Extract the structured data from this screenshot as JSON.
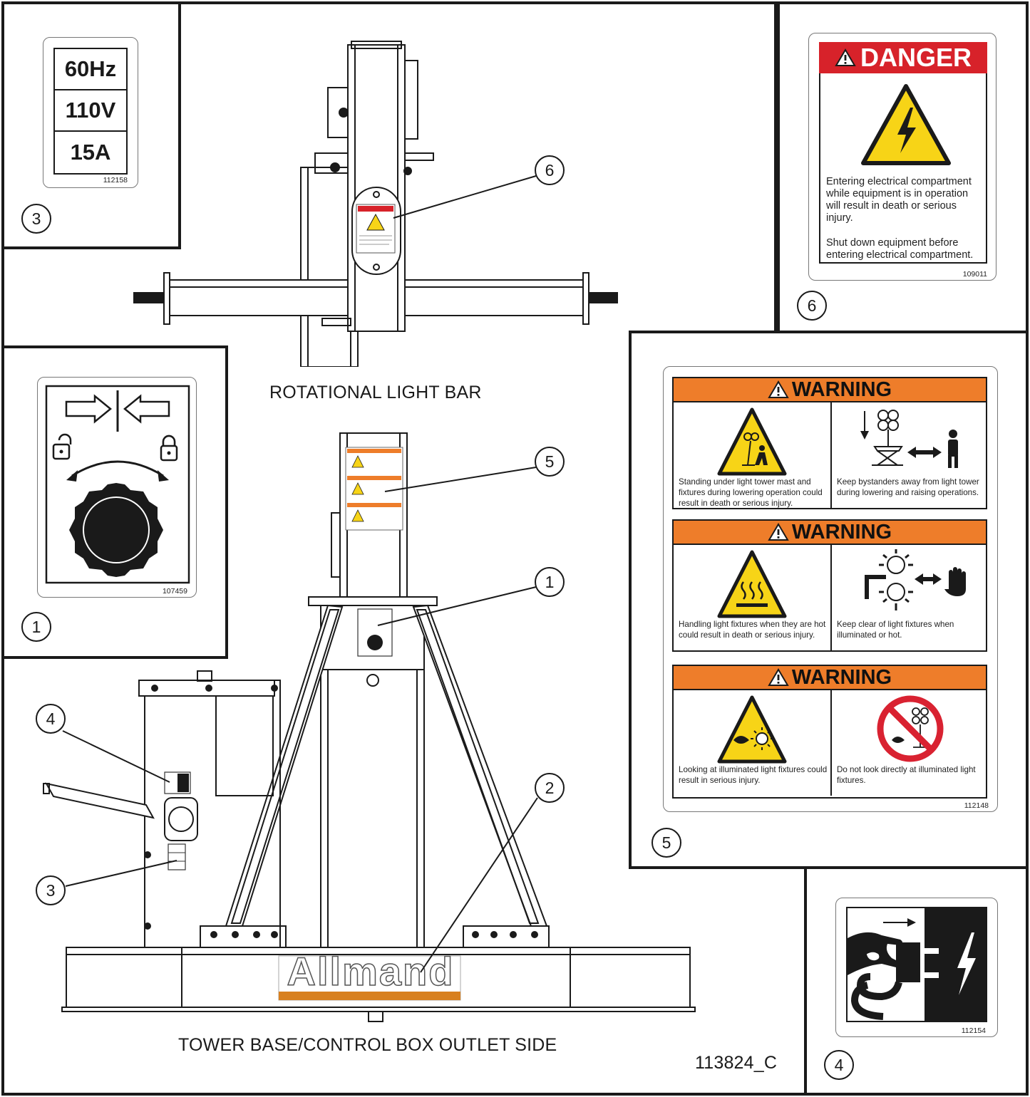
{
  "drawing_number": "113824_C",
  "captions": {
    "top_view": "ROTATIONAL LIGHT BAR",
    "bottom_view": "TOWER BASE/CONTROL BOX OUTLET SIDE"
  },
  "brand": {
    "logo_text": "Allmand",
    "colors": {
      "logo_orange": "#d8801f"
    }
  },
  "callouts": {
    "drawing": [
      "6",
      "5",
      "1",
      "4",
      "2",
      "3"
    ],
    "panels": {
      "p3": "3",
      "p1": "1",
      "p6": "6",
      "p5": "5",
      "p4": "4"
    }
  },
  "decals": {
    "rating": {
      "lines": [
        "60Hz",
        "110V",
        "15A"
      ],
      "part_number": "112158"
    },
    "lock": {
      "part_number": "107459",
      "icon": "lock-unlock-knob-icon"
    },
    "danger": {
      "header": "DANGER",
      "message_1": "Entering electrical compartment while equipment is in operation will result in death or serious injury.",
      "message_2": "Shut down equipment before entering electrical compartment.",
      "part_number": "109011",
      "icon": "electric-shock-hazard-icon",
      "colors": {
        "header_red": "#d7222a",
        "hazard_yellow": "#f7d417"
      }
    },
    "warnings": {
      "part_number": "112148",
      "colors": {
        "header_orange": "#ee7d2a",
        "prohibit_red": "#d92231"
      },
      "blocks": [
        {
          "header": "WARNING",
          "left_text": "Standing under light tower mast and fixtures during lowering operation could result in death or serious injury.",
          "right_text": "Keep bystanders away from light tower during lowering  and raising operations.",
          "left_icon": "falling-mast-hazard-icon",
          "right_icon": "keep-away-distance-icon"
        },
        {
          "header": "WARNING",
          "left_text": "Handling light fixtures when they are hot could result in death or serious injury.",
          "right_text": "Keep clear of light fixtures when illuminated or hot.",
          "left_icon": "hot-surface-hazard-icon",
          "right_icon": "keep-clear-hand-icon"
        },
        {
          "header": "WARNING",
          "left_text": "Looking at illuminated light fixtures could result in serious injury.",
          "right_text": "Do not look directly at illuminated light fixtures.",
          "left_icon": "bright-light-eye-hazard-icon",
          "right_icon": "do-not-look-prohibition-icon"
        }
      ]
    },
    "disconnect": {
      "part_number": "112154",
      "icon": "unplug-before-service-icon"
    }
  }
}
